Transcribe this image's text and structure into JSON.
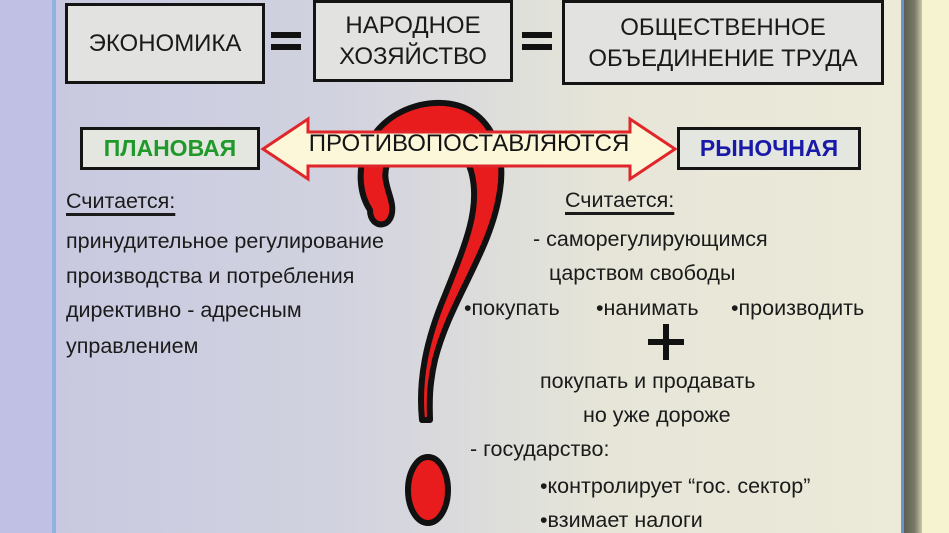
{
  "slide": {
    "top_row": {
      "box1": "ЭКОНОМИКА",
      "equals1": "=",
      "box2_line1": "НАРОДНОЕ",
      "box2_line2": "ХОЗЯЙСТВО",
      "equals2": "=",
      "box3_line1": "ОБЩЕСТВЕННОЕ",
      "box3_line2": "ОБЪЕДИНЕНИЕ ТРУДА"
    },
    "comparison": {
      "left_label": "ПЛАНОВАЯ",
      "left_color": "#1f9a2a",
      "arrow_label": "ПРОТИВОПОСТАВЛЯЮТСЯ",
      "arrow_fill": "#fbf7d8",
      "arrow_outline": "#e0262a",
      "right_label": "РЫНОЧНАЯ",
      "right_color": "#1a1aa8"
    },
    "question_mark": {
      "fill": "#e81c1c",
      "outline": "#111111"
    },
    "planned": {
      "heading": "Считается:",
      "lines": [
        "принудительное регулирование",
        "производства и потребления",
        "директивно - адресным",
        "управлением"
      ]
    },
    "market": {
      "heading": "Считается:",
      "line1": "- саморегулирующимся",
      "line2": "царством свободы",
      "actions": [
        "•покупать",
        "•нанимать",
        "•производить"
      ],
      "plus": "+",
      "line3": "покупать и продавать",
      "line4": "но уже дороже",
      "line5": "- государство:",
      "bullets": [
        "•контролирует “гос. сектор”",
        "•взимает налоги"
      ]
    }
  }
}
